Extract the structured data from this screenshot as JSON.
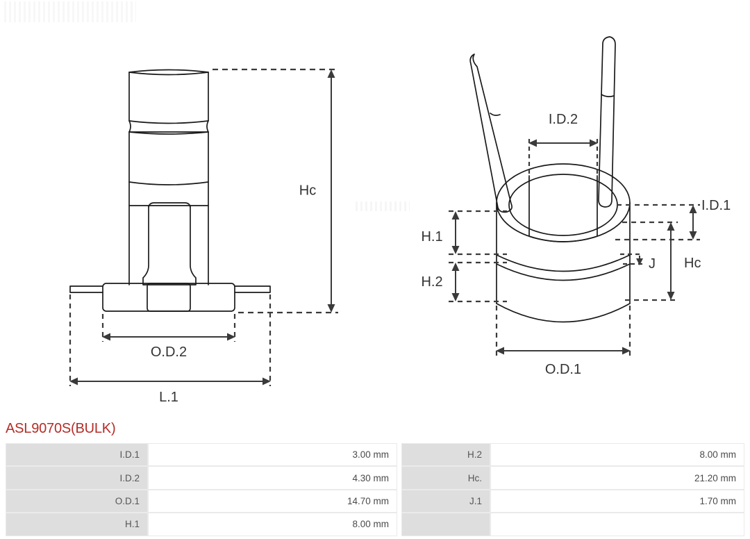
{
  "part": {
    "number": "ASL9070S(BULK)",
    "number_color": "#b32c27"
  },
  "drawing": {
    "views": [
      {
        "name": "side-view",
        "labels": [
          "Hc",
          "O.D.2",
          "L.1"
        ]
      },
      {
        "name": "isometric-view",
        "labels": [
          "I.D.2",
          "I.D.1",
          "Hc",
          "H.1",
          "H.2",
          "J",
          "O.D.1"
        ]
      }
    ],
    "dimension_labels": {
      "hc_left": "Hc",
      "od2": "O.D.2",
      "l1": "L.1",
      "id2": "I.D.2",
      "id1": "I.D.1",
      "hc_right": "Hc",
      "h1": "H.1",
      "h2": "H.2",
      "j": "J",
      "od1": "O.D.1"
    },
    "line_color": "#1a1a1a",
    "dimension_color": "#3a3a3a"
  },
  "specs": {
    "left_rows": [
      {
        "label": "I.D.1",
        "value": "3.00 mm"
      },
      {
        "label": "I.D.2",
        "value": "4.30 mm"
      },
      {
        "label": "O.D.1",
        "value": "14.70 mm"
      },
      {
        "label": "H.1",
        "value": "8.00 mm"
      }
    ],
    "right_rows": [
      {
        "label": "H.2",
        "value": "8.00 mm"
      },
      {
        "label": "Hc.",
        "value": "21.20 mm"
      },
      {
        "label": "J.1",
        "value": "1.70 mm"
      },
      {
        "label": "",
        "value": ""
      }
    ]
  }
}
